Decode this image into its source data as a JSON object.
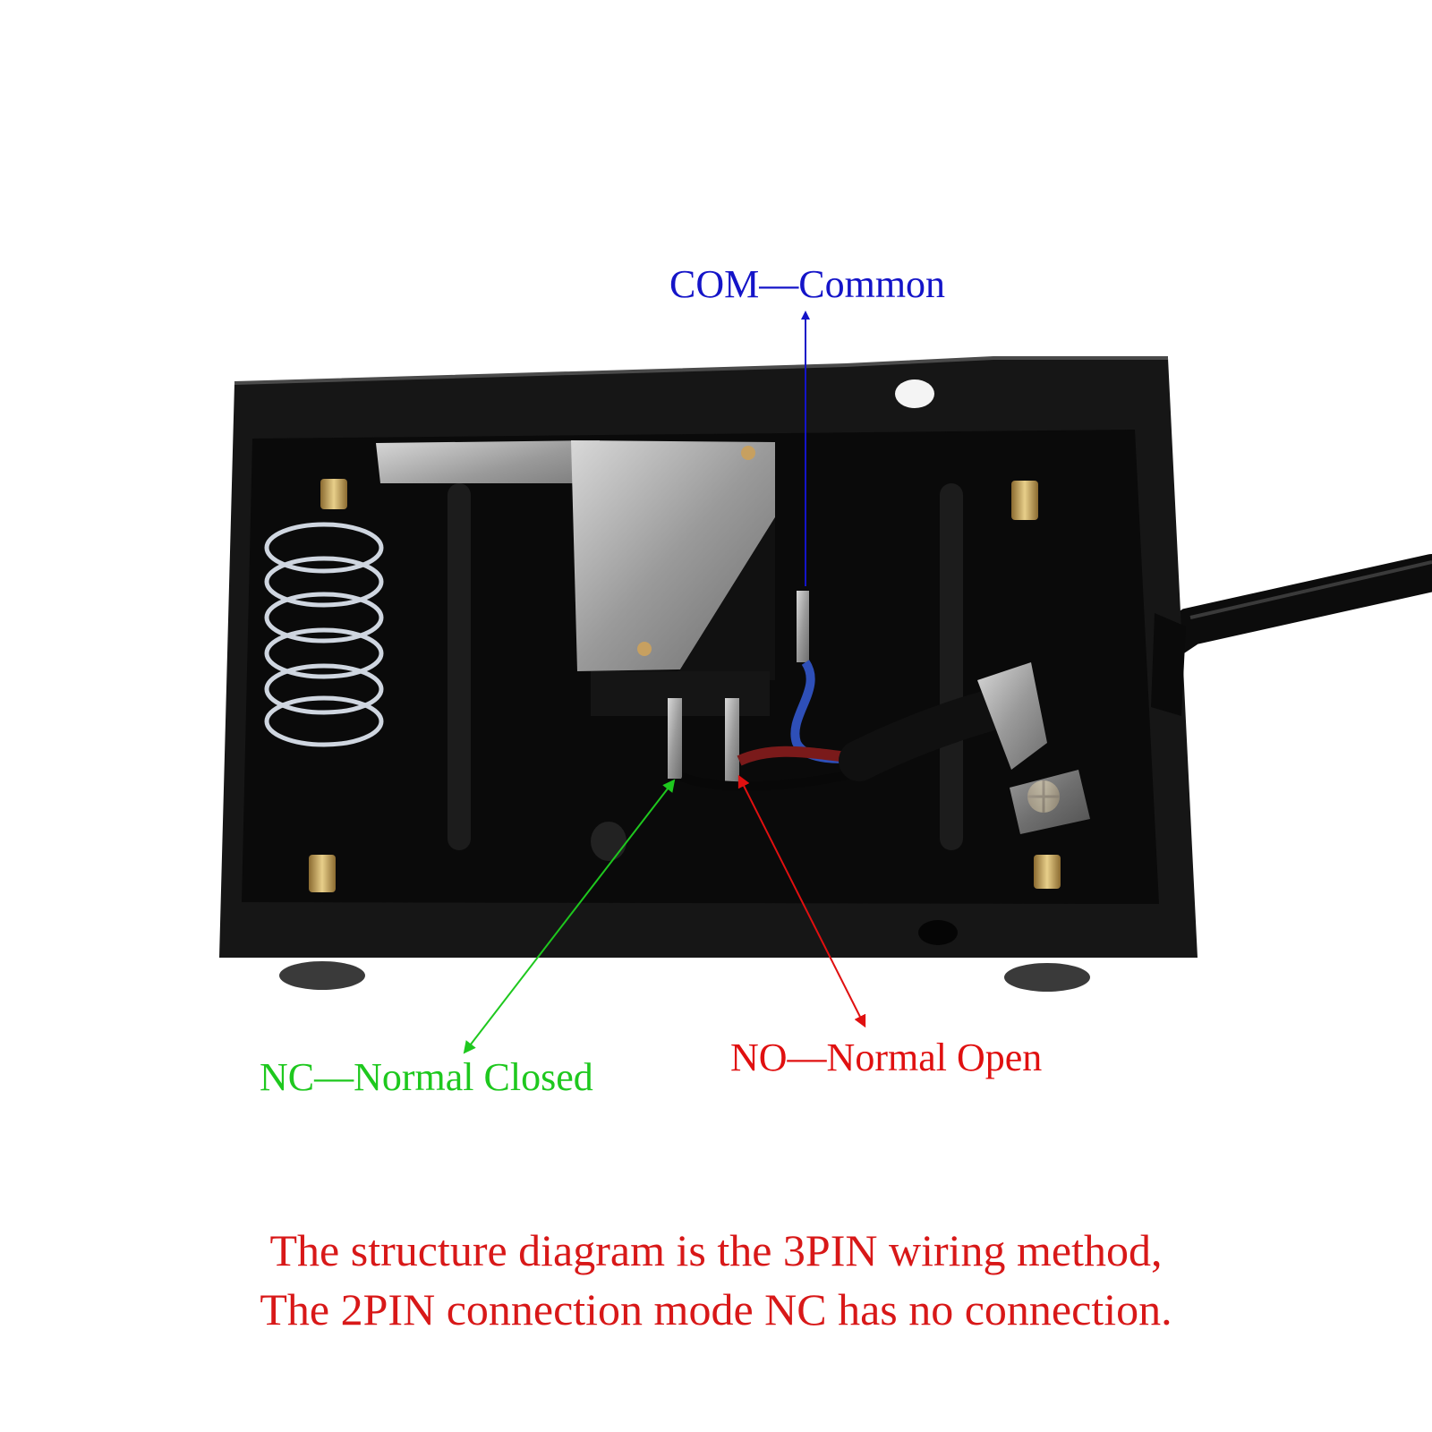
{
  "labels": {
    "com": "COM—Common",
    "nc": "NC—Normal Closed",
    "no": "NO—Normal Open"
  },
  "caption": {
    "line1": "The structure diagram is the 3PIN wiring method,",
    "line2": "The 2PIN connection mode NC has no connection."
  },
  "colors": {
    "com": "#1414c8",
    "nc": "#1ec81e",
    "no": "#e01010",
    "caption": "#d81818"
  }
}
